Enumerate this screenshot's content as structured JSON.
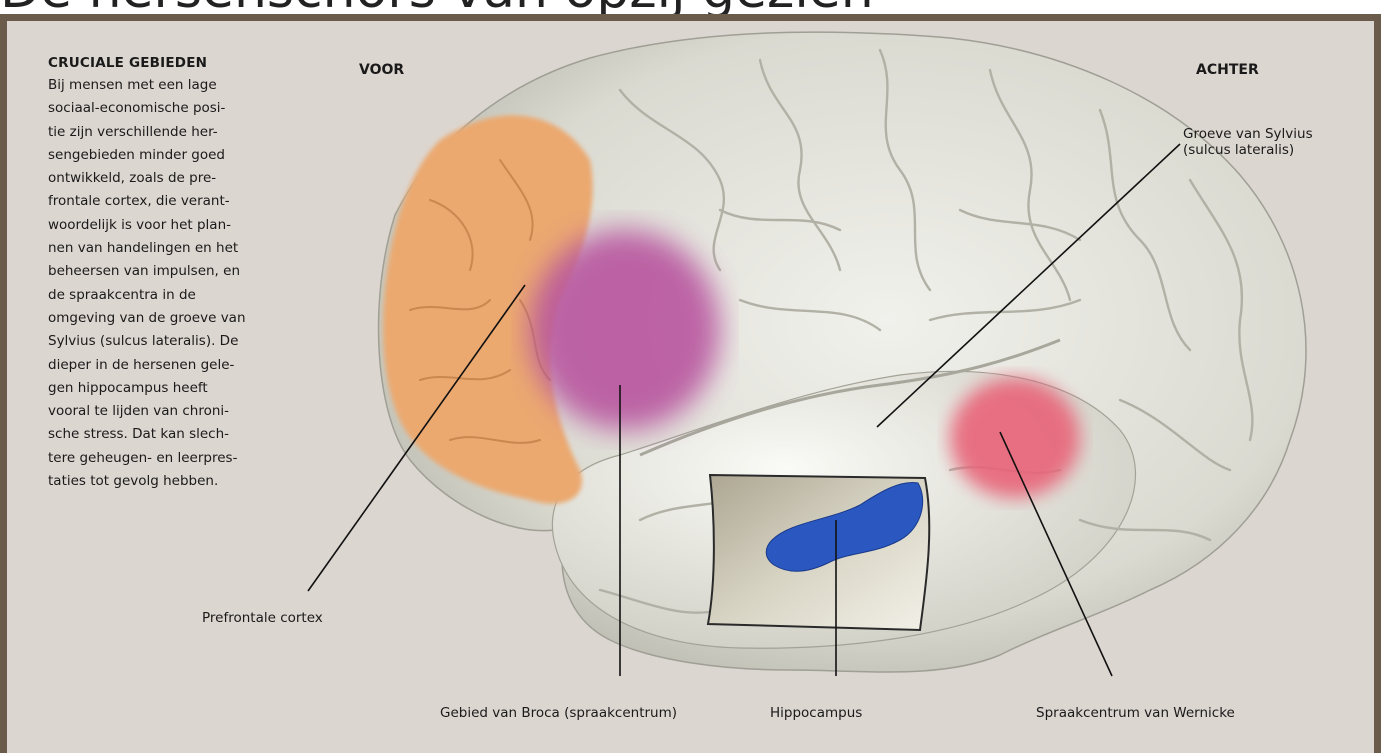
{
  "title": "De hersenschors van opzij gezien",
  "sidebar": {
    "heading": "CRUCIALE GEBIEDEN",
    "body": "Bij mensen met een lage\nsociaal-economische posi-\ntie zijn verschillende her-\nsengebieden minder goed\nontwikkeld, zoals de pre-\nfrontale cortex, die verant-\nwoordelijk is voor het plan-\nnen van handelingen en het\nbeheersen van impulsen, en\nde spraakcentra in de\nomgeving van de groeve van\nSylvius (sulcus lateralis). De\ndieper in de hersenen gele-\ngen hippocampus heeft\nvooral te lijden van chroni-\nsche stress. Dat kan slech-\ntere geheugen- en leerpres-\ntaties tot gevolg hebben."
  },
  "directions": {
    "front": "VOOR",
    "back": "ACHTER"
  },
  "labels": {
    "prefrontal": "Prefrontale cortex",
    "broca": "Gebied van Broca (spraakcentrum)",
    "hippocampus": "Hippocampus",
    "wernicke": "Spraakcentrum van Wernicke",
    "sylvius": "Groeve van Sylvius\n(sulcus lateralis)"
  },
  "colors": {
    "frame": "#6b5b4a",
    "background": "#dcd6d0",
    "brain": "#e4e4dc",
    "prefrontal": "#eba970",
    "broca": "#b8559f",
    "wernicke": "#e86478",
    "hippocampus": "#2a58c0"
  }
}
